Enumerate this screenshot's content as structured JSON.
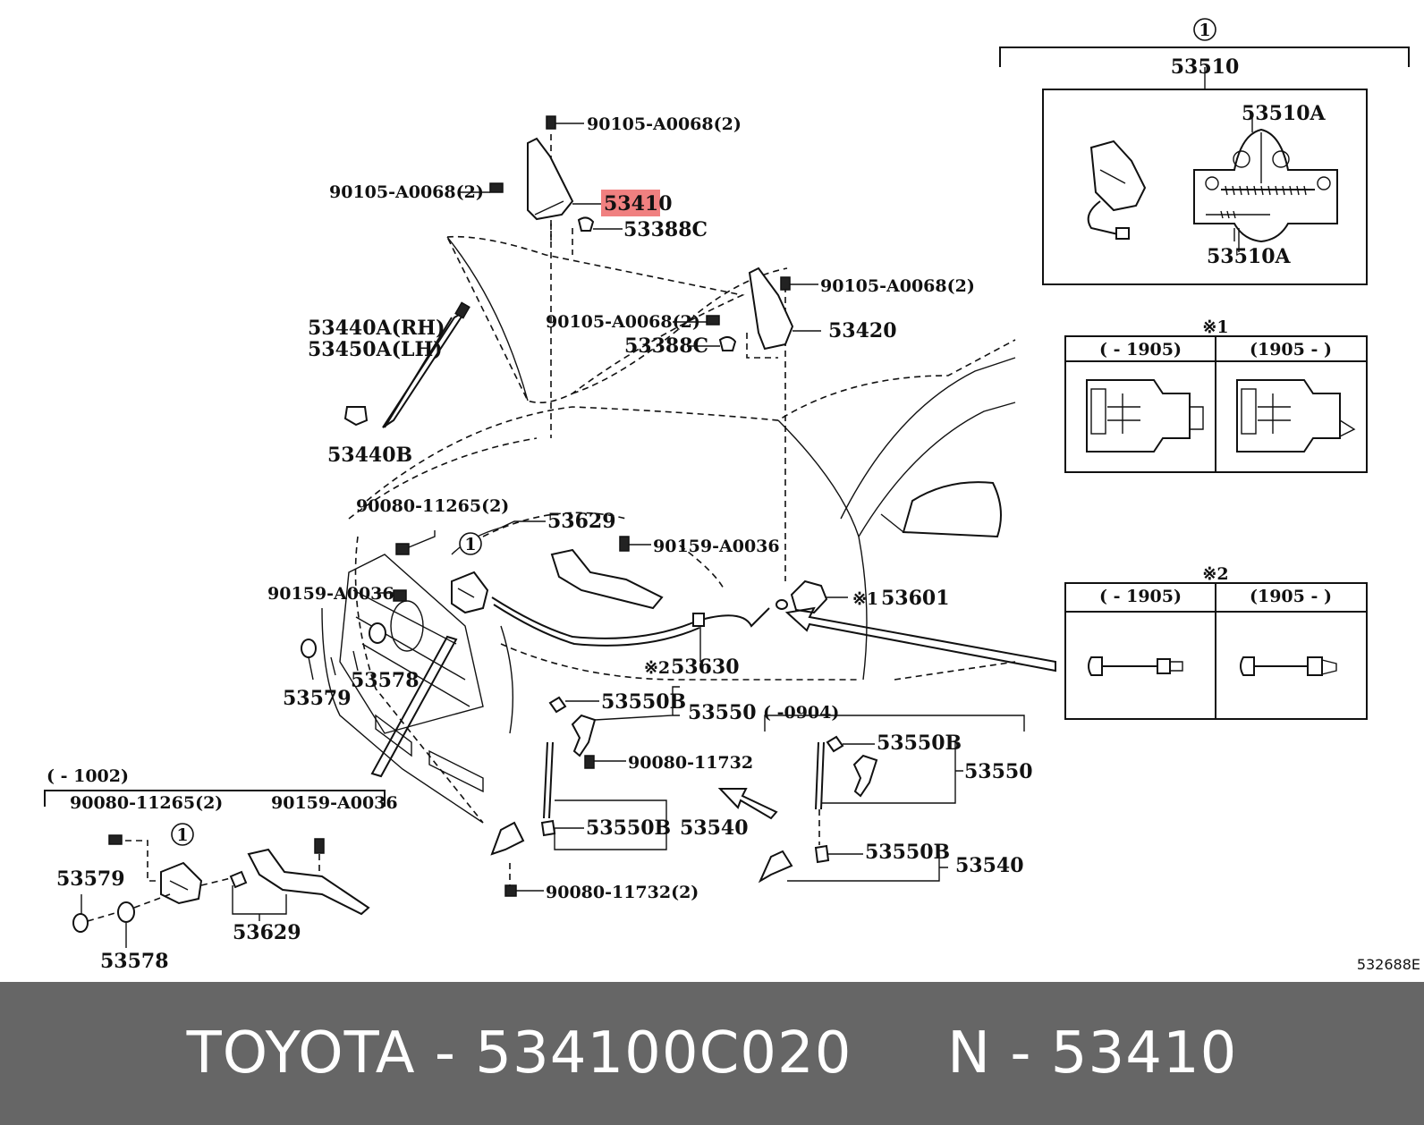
{
  "labels": {
    "l1": "90105-A0068(2)",
    "l2": "90105-A0068(2)",
    "l3": "53410",
    "l4": "53388C",
    "l5": "90105-A0068(2)",
    "l6": "90105-A0068(2)",
    "l7": "53420",
    "l8": "53388C",
    "l9": "53440A(RH)",
    "l10": "53450A(LH)",
    "l11": "53440B",
    "l12": "90080-11265(2)",
    "l13": "53629",
    "l14": "90159-A0036",
    "l15": "90159-A0036",
    "l16": "53601",
    "l17": "53630",
    "l18": "53578",
    "l19": "53579",
    "l20": "53550B",
    "l21": "53550",
    "l22": "90080-11732",
    "l23": "53550B",
    "l24": "53540",
    "l25": "90080-11732(2)",
    "l26": "53550B",
    "l27": "53550",
    "l28": "53550B",
    "l29": "53540",
    "l30": "90080-11265(2)",
    "l31": "90159-A0036",
    "l32": "53579",
    "l33": "53629",
    "l34": "53578",
    "l35": "53510",
    "l36": "53510A",
    "l37": "53510A",
    "date1": "(    -0904)",
    "date2": "(    - 1002)",
    "ref": "532688E",
    "note1": "※1",
    "note2": "※2",
    "note1_inline": "※1",
    "note2_inline": "※2",
    "circle1": "1",
    "circle2": "1",
    "circle3": "1"
  },
  "tables": {
    "t1": {
      "col1": "(    - 1905)",
      "col2": "(1905 -     )"
    },
    "t2": {
      "col1": "(    - 1905)",
      "col2": "(1905 -     )"
    }
  },
  "footer": {
    "text": "TOYOTA - 534100C020     N - 53410"
  },
  "colors": {
    "highlight": "#f08080",
    "footer_bg": "#666666",
    "footer_text": "#ffffff"
  }
}
